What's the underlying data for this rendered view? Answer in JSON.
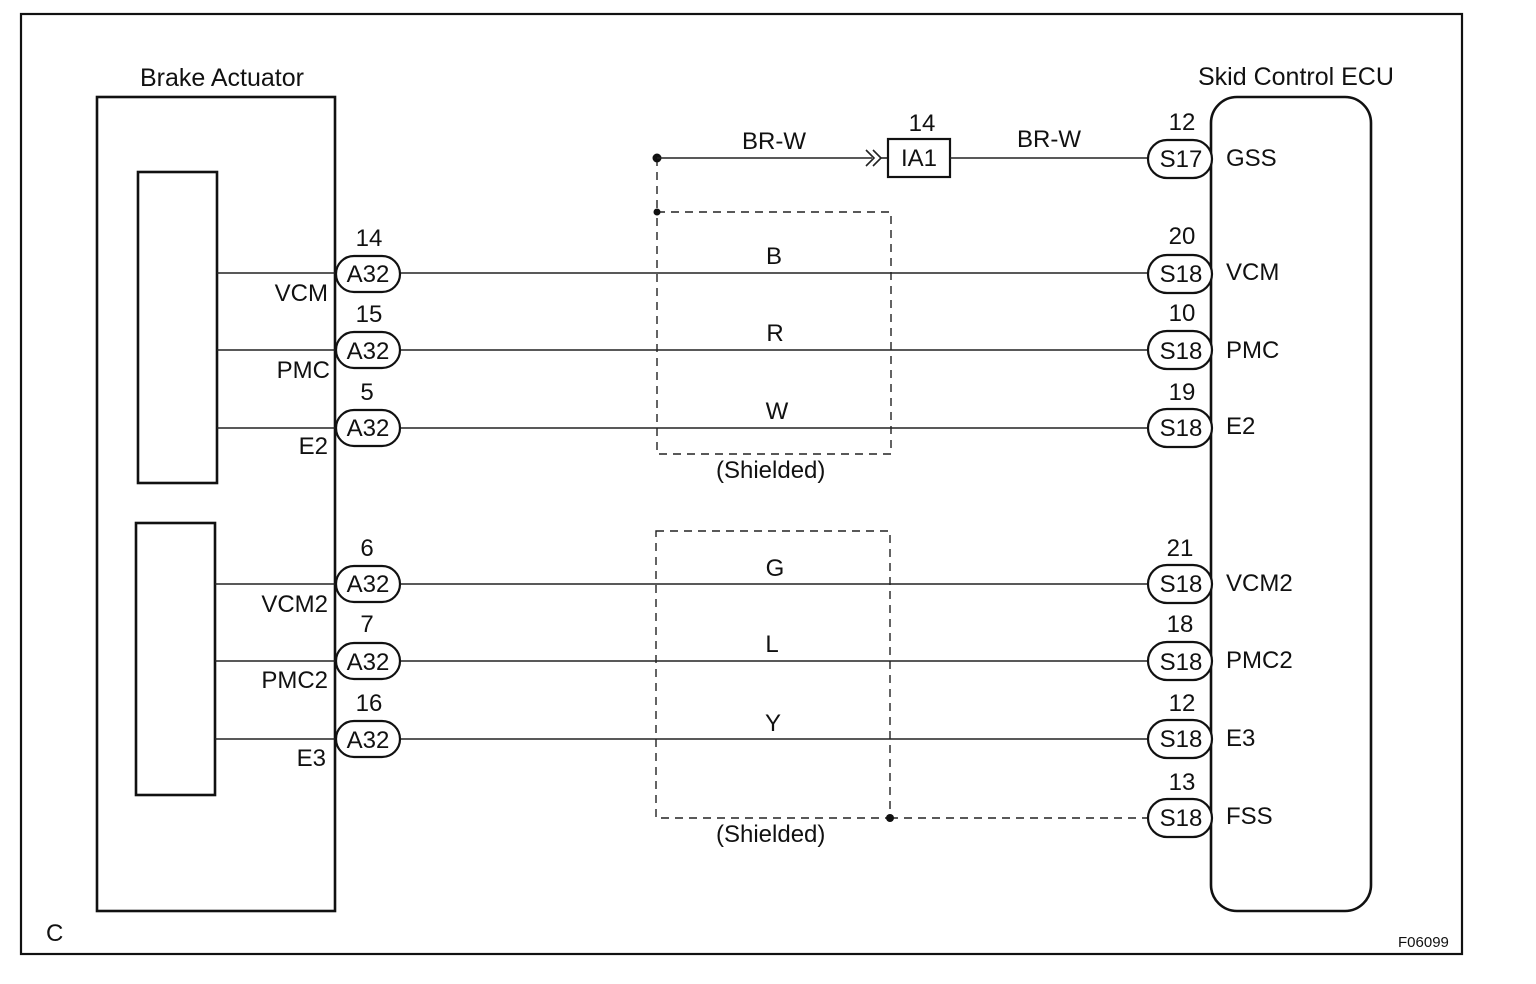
{
  "actuator": {
    "title": "Brake Actuator",
    "connector": "A32",
    "pins": [
      {
        "num": "14",
        "signal": "VCM"
      },
      {
        "num": "15",
        "signal": "PMC"
      },
      {
        "num": "5",
        "signal": "E2"
      },
      {
        "num": "6",
        "signal": "VCM2"
      },
      {
        "num": "7",
        "signal": "PMC2"
      },
      {
        "num": "16",
        "signal": "E3"
      }
    ]
  },
  "ecu": {
    "title": "Skid Control ECU",
    "pins": [
      {
        "num": "12",
        "connector": "S17",
        "signal": "GSS"
      },
      {
        "num": "20",
        "connector": "S18",
        "signal": "VCM"
      },
      {
        "num": "10",
        "connector": "S18",
        "signal": "PMC"
      },
      {
        "num": "19",
        "connector": "S18",
        "signal": "E2"
      },
      {
        "num": "21",
        "connector": "S18",
        "signal": "VCM2"
      },
      {
        "num": "18",
        "connector": "S18",
        "signal": "PMC2"
      },
      {
        "num": "12",
        "connector": "S18",
        "signal": "E3"
      },
      {
        "num": "13",
        "connector": "S18",
        "signal": "FSS"
      }
    ]
  },
  "junction": {
    "num": "14",
    "label": "IA1"
  },
  "wires": {
    "gss_left": "BR-W",
    "gss_right": "BR-W",
    "colors": [
      "B",
      "R",
      "W",
      "G",
      "L",
      "Y"
    ]
  },
  "shield_labels": [
    "(Shielded)",
    "(Shielded)"
  ],
  "corner_label": "C",
  "figure_id": "F06099"
}
